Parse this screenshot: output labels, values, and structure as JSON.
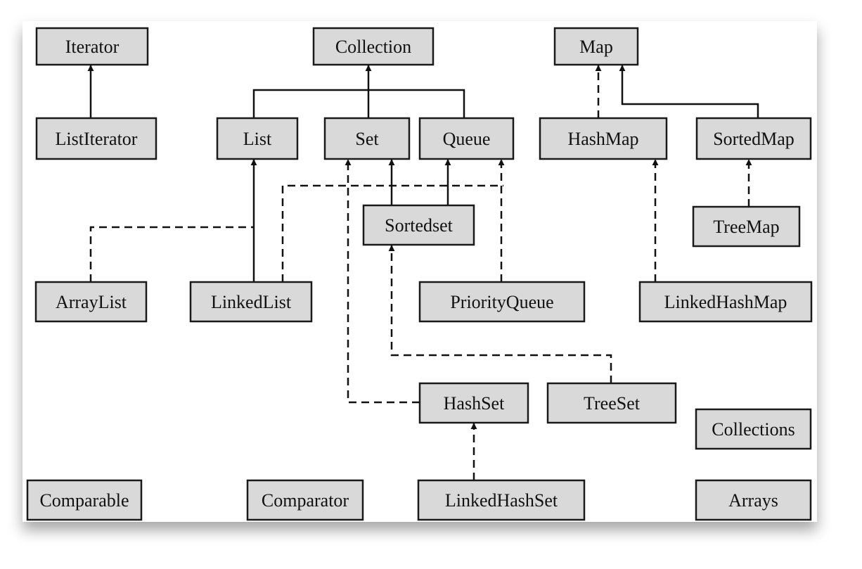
{
  "colors": {
    "node_fill": "#d9d9d9",
    "node_stroke": "#1a1a1a",
    "edge": "#111111",
    "panel": "#ffffff"
  },
  "nodes": {
    "iterator": "Iterator",
    "collection": "Collection",
    "map": "Map",
    "list_iterator": "ListIterator",
    "list": "List",
    "set": "Set",
    "queue": "Queue",
    "hashmap": "HashMap",
    "sortedmap": "SortedMap",
    "sortedset": "Sortedset",
    "treemap": "TreeMap",
    "arraylist": "ArrayList",
    "linkedlist": "LinkedList",
    "priorityqueue": "PriorityQueue",
    "linkedhashmap": "LinkedHashMap",
    "hashset": "HashSet",
    "treeset": "TreeSet",
    "collections": "Collections",
    "comparable": "Comparable",
    "comparator": "Comparator",
    "linkedhashset": "LinkedHashSet",
    "arrays": "Arrays"
  },
  "edges": [
    {
      "from": "ListIterator",
      "to": "Iterator",
      "style": "solid"
    },
    {
      "from": "List",
      "to": "Collection",
      "style": "solid"
    },
    {
      "from": "Set",
      "to": "Collection",
      "style": "solid"
    },
    {
      "from": "Queue",
      "to": "Collection",
      "style": "solid"
    },
    {
      "from": "HashMap",
      "to": "Map",
      "style": "dashed"
    },
    {
      "from": "SortedMap",
      "to": "Map",
      "style": "solid"
    },
    {
      "from": "TreeMap",
      "to": "SortedMap",
      "style": "dashed"
    },
    {
      "from": "Sortedset",
      "to": "Set",
      "style": "solid"
    },
    {
      "from": "Sortedset",
      "to": "Queue",
      "style": "solid"
    },
    {
      "from": "ArrayList",
      "to": "List",
      "style": "dashed"
    },
    {
      "from": "LinkedList",
      "to": "List",
      "style": "solid"
    },
    {
      "from": "LinkedList",
      "to": "Queue",
      "style": "dashed"
    },
    {
      "from": "PriorityQueue",
      "to": "Queue",
      "style": "dashed"
    },
    {
      "from": "LinkedHashMap",
      "to": "HashMap",
      "style": "dashed"
    },
    {
      "from": "HashSet",
      "to": "Set",
      "style": "dashed"
    },
    {
      "from": "TreeSet",
      "to": "Sortedset",
      "style": "dashed"
    },
    {
      "from": "LinkedHashSet",
      "to": "HashSet",
      "style": "dashed"
    }
  ]
}
